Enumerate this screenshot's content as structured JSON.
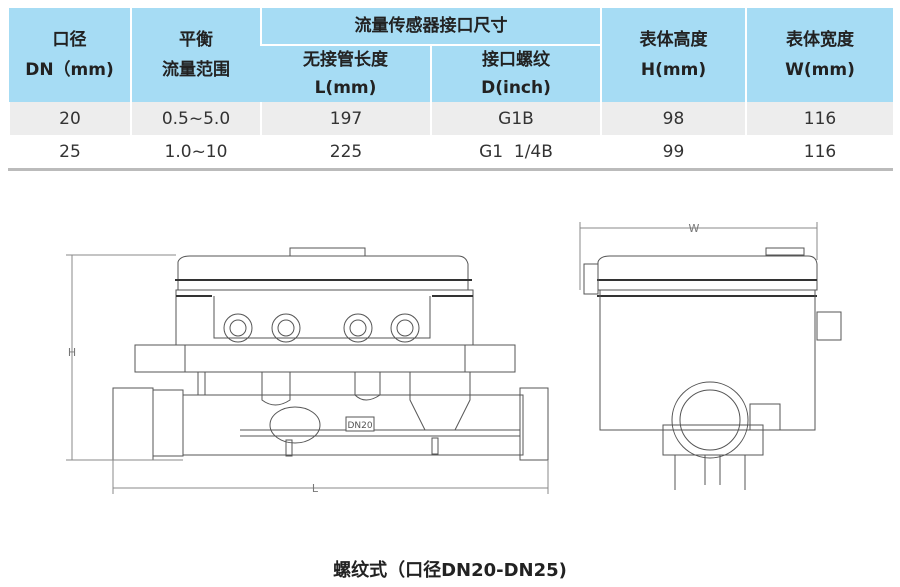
{
  "table": {
    "headers": {
      "dn": [
        "口径",
        "DN（mm)"
      ],
      "flow": [
        "平衡",
        "流量范围"
      ],
      "group": "流量传感器接口尺寸",
      "length": [
        "无接管长度",
        "L(mm)"
      ],
      "thread": [
        "接口螺纹",
        "D(inch)"
      ],
      "height": [
        "表体高度",
        "H(mm)"
      ],
      "width": [
        "表体宽度",
        "W(mm)"
      ]
    },
    "rows": [
      [
        "20",
        "0.5~5.0",
        "197",
        "G1B",
        "98",
        "116"
      ],
      [
        "25",
        "1.0~10",
        "225",
        "G1  1/4B",
        "99",
        "116"
      ]
    ]
  },
  "drawing": {
    "h_label": "H",
    "l_label": "L",
    "w_label": "W",
    "pipe_label": "DN20"
  },
  "caption": "螺纹式（口径DN20-DN25)"
}
